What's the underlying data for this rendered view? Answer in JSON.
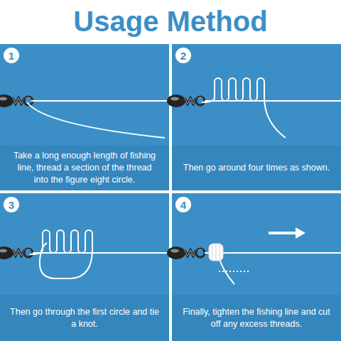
{
  "diagram": {
    "title": "Usage Method",
    "nodes": [
      {
        "text": [
          "1",
          "Take a long enough length of fishing line, thread a section of the thread into the figure eight circle."
        ]
      },
      {
        "text": [
          "2",
          "Then go around four times as shown."
        ]
      },
      {
        "text": [
          "3",
          "Then go through the first circle and tie a knot."
        ]
      },
      {
        "text": [
          "4",
          "Finally, tighten the fishing line and cut off any excess threads."
        ]
      }
    ]
  }
}
